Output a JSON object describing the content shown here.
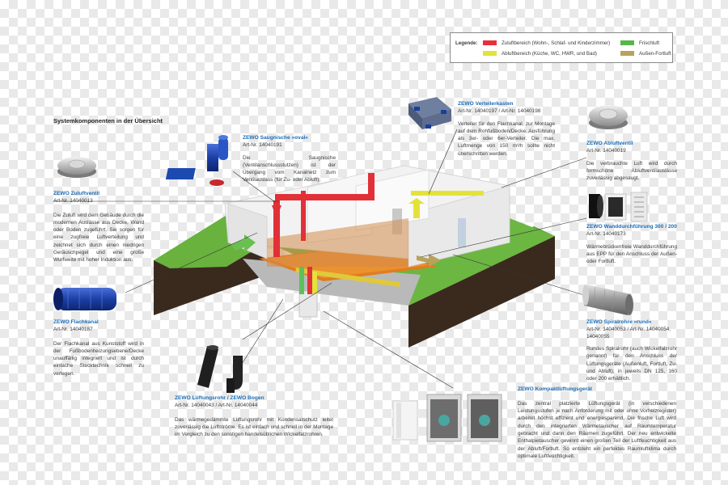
{
  "legend": {
    "title": "Legende:",
    "items": [
      {
        "label": "Zuluftbereich (Wohn-, Schlaf- und Kinderzimmer)",
        "color": "#e8303a"
      },
      {
        "label": "Abluftbereich (Küche, WC, HWR, und Bad)",
        "color": "#e4e23a"
      },
      {
        "label": "Frischluft",
        "color": "#59b649"
      },
      {
        "label": "Außen-Fortluft",
        "color": "#b8a25c"
      }
    ]
  },
  "heading": "Systemkomponenten in der Übersicht",
  "components": {
    "zuluftventil": {
      "title": "ZEWO Zuluftventil",
      "art": "Art-Nr. 14040013",
      "desc": "Die Zuluft wird dem Gebäude durch die modernen Auslässe aus Decke, Wand oder Boden zugeführt. Sie sorgen für eine zugfreie Luftverteilung und zeichnet sich durch einen niedrigen Geräuschpegel und eine große Wurfweite mit hoher Induktion aus."
    },
    "saugnische": {
      "title": "ZEWO Saugnische »oval«",
      "art": "Art-Nr. 14040191",
      "desc": "Die Saugnische (Ventilanschlussstutzen) ist der Übergang vom Kanalnetz zum Ventilauslass (für Zu- oder Abluft)."
    },
    "verteilerkasten": {
      "title": "ZEWO Verteilerkasten",
      "art": "Art-Nr. 14040197 / Art-Nr. 14040198",
      "desc": "Verteiler für den Flachkanal, zur Montage auf dem Rohfußboden/Decke. Ausführung als 3er- oder 6er-Verteiler. Die max. Luftmenge von 150 m³/h sollte nicht überschritten werden."
    },
    "abluftventil": {
      "title": "ZEWO Abluftventil",
      "art": "Art-Nr. 14040019",
      "desc": "Die verbrauchte Luft wird durch formschöne Abluftventilauslässe zuverlässig abgesaugt."
    },
    "wanddurchfuehrung": {
      "title": "ZEWO Wanddurchführung 300 / 200",
      "art": "Art-Nr. 14040173",
      "desc": "Wärmebrückenfreie Wanddurchführung aus EPP für den Anschluss der Außen- oder Fortluft."
    },
    "flachkanal": {
      "title": "ZEWO Flachkanal",
      "art": "Art-Nr. 14040187",
      "desc": "Der Flachkanal aus Kunststoff wird in der Fußbodenheizungsebene/Decke unauffällig integriert und ist durch einfache Stecktechnik schnell zu verlegen."
    },
    "spiralrohre": {
      "title": "ZEWO Spiralrohre »rund«",
      "art": "Art-Nr. 14040053 / Art-Nr. 14040054,",
      "art2": "14040055",
      "desc": "Rundes Spiralrohr (auch Wickelfalzrohr genannt) für den Anschluss der Lüftungsgeräte (Außenluft, Fortluft, Zu- und Abluft), in jeweils DN 125, 160 oder 200 erhältlich."
    },
    "lueftungsrohr": {
      "title": "ZEWO Lüftungsrohr / ZEWO Bogen",
      "art": "Art-Nr. 14040043 / Art-Nr. 14040044",
      "desc": "Das wärmegedämmte Lüftungsrohr mit Kondensatschutz leitet zuverlässig die Luftströme. Es ist einfach und schnell in der Montage im Vergleich zu den sonstigen handelsüblichen Wickelfalzrohren."
    },
    "kompaktgeraet": {
      "title": "ZEWO Kompaktlüftungsgerät",
      "desc": "Das zentral platzierte Lüftungsgerät (in verschiedenen Leistungsstufen je nach Anforderung mit oder ohne Vorheizregister) arbeitet höchst effizient und energiesparend. Die frische Luft wird durch den integrierten Wärmetauscher auf Raumtemperatur gebracht und dann den Räumen zugeführt. Der neu entwickelte Enthalpietauscher gewinnt einen großen Teil der Luftfeuchtigkeit aus der Abluft/Fortluft. So entsteht ein perfektes Raumluftklima durch optimale Luftfeuchtigkeit."
    }
  },
  "icons": [
    "zuluftventil-icon",
    "saugnische-icon",
    "verteilerkasten-icon",
    "abluftventil-icon",
    "wanddurchfuehrung-icon",
    "flachkanal-icon",
    "spiralrohr-icon",
    "lueftungsrohr-icon",
    "kompaktgeraet-icon",
    "house-cutaway-illustration"
  ]
}
